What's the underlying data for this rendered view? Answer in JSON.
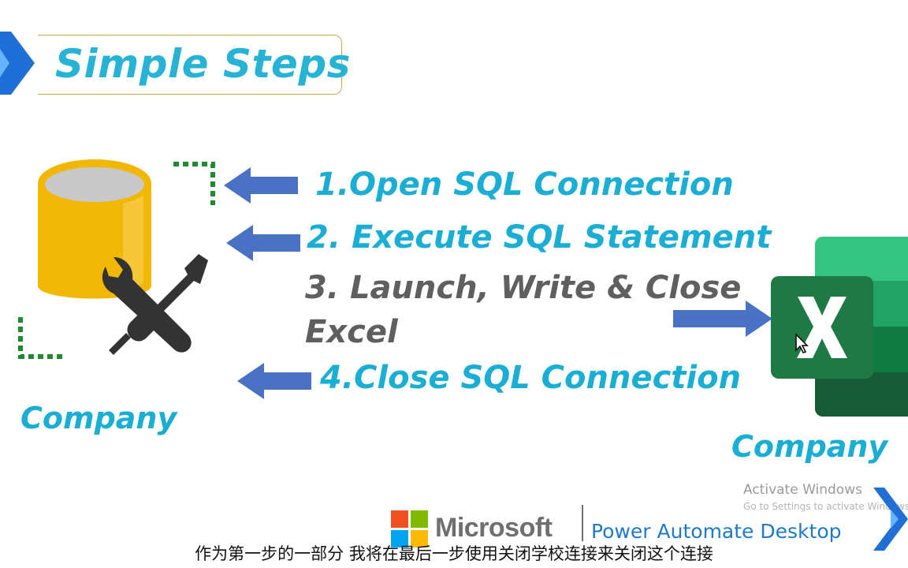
{
  "slide": {
    "title": "Simple Steps",
    "steps": [
      {
        "label": "1.Open SQL Connection"
      },
      {
        "label": "2. Execute SQL Statement"
      },
      {
        "label_line1": "3. Launch, Write &  Close",
        "label_line2": "Excel"
      },
      {
        "label": "4.Close SQL Connection"
      }
    ],
    "left_caption": "Company",
    "right_caption": "Company",
    "icons": [
      "power-automate-logo-icon",
      "database-icon",
      "tools-icon",
      "excel-icon",
      "arrow-left-icon",
      "arrow-right-icon",
      "microsoft-logo-icon"
    ],
    "colors": {
      "accent": "#1aaed4",
      "gray_text": "#5f5f5f",
      "arrow": "#4a72c4",
      "excel_green": "#1e7a45",
      "database_gold": "#f0b400"
    }
  },
  "watermark": {
    "title": "Activate Windows",
    "subtitle": "Go to Settings to activate Windows."
  },
  "branding": {
    "microsoft": "Microsoft",
    "product": "Power Automate Desktop"
  },
  "caption": "作为第一步的一部分 我将在最后一步使用关闭学校连接来关闭这个连接"
}
